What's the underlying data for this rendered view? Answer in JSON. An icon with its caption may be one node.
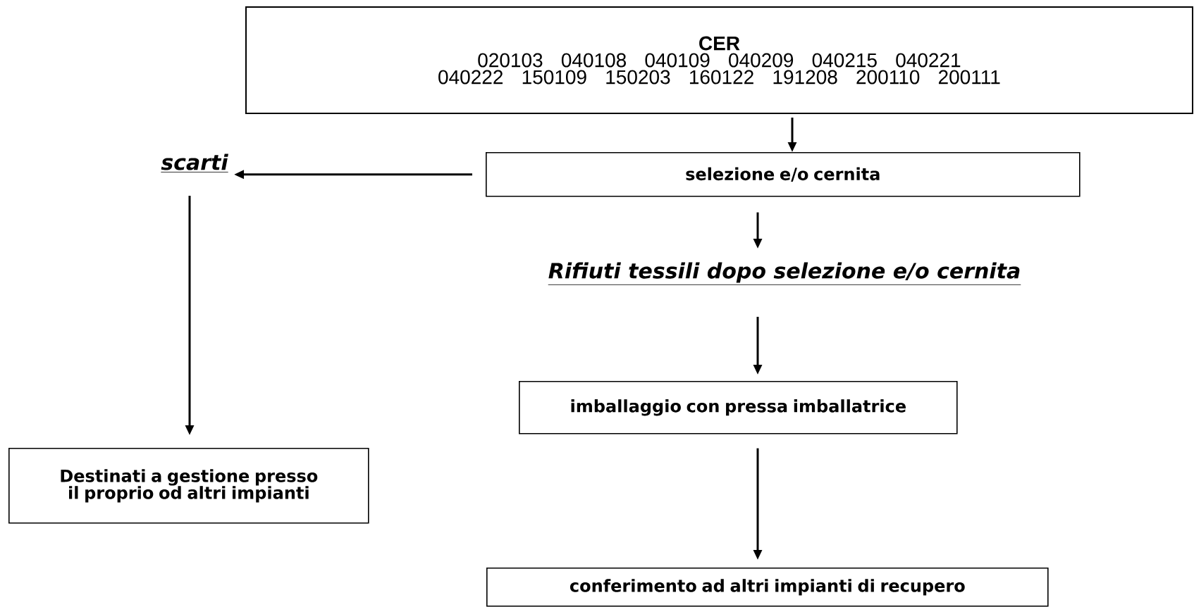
{
  "diagram": {
    "nodes": [
      {
        "text": [
          "CER",
          "020103 040108 040109 040209 040215 040221 040222 150109 150203 160122 191208 200110 200111"
        ]
      },
      {
        "text": [
          "selezione e/o cernita"
        ]
      },
      {
        "text": [
          "scarti"
        ]
      },
      {
        "text": [
          "Rifiuti tessili dopo selezione e/o cernita"
        ]
      },
      {
        "text": [
          "imballaggio con pressa imballatrice"
        ]
      },
      {
        "text": [
          "Destinati a gestione presso il proprio od altri impianti"
        ]
      },
      {
        "text": [
          "conferimento ad altri impianti di recupero"
        ]
      }
    ],
    "edges": [
      {
        "from": 0,
        "to": 1,
        "arrow": "to"
      },
      {
        "from": 1,
        "to": 2,
        "arrow": "to"
      },
      {
        "from": 2,
        "to": 5,
        "arrow": "to"
      },
      {
        "from": 1,
        "to": 3,
        "arrow": "to"
      },
      {
        "from": 3,
        "to": 4,
        "arrow": "to"
      },
      {
        "from": 4,
        "to": 6,
        "arrow": "to"
      }
    ]
  }
}
